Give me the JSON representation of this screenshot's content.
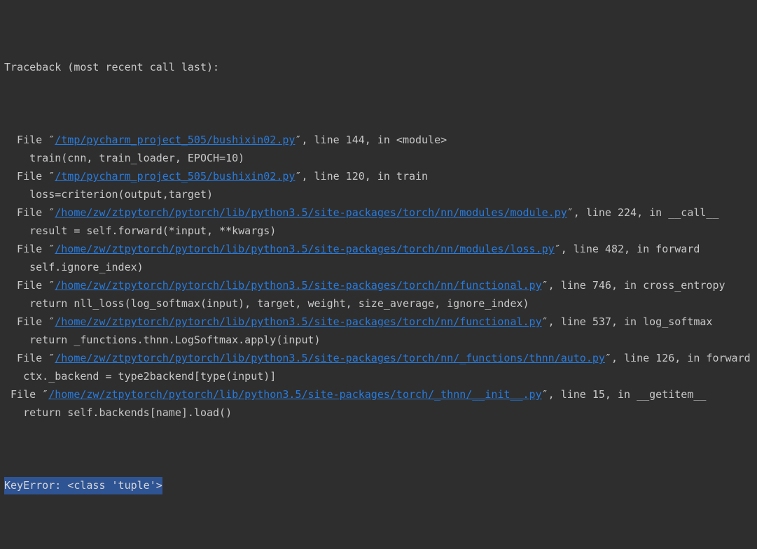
{
  "console": {
    "background_color": "#2e2e2e",
    "text_color": "#c8c8c8",
    "link_color": "#287bde",
    "selection_color": "#2f5494",
    "header": "Traceback (most recent call last):",
    "lines": [
      {
        "kind": "frame",
        "indent": "  ",
        "prefix": "File ″",
        "path": "/tmp/pycharm_project_505/bushixin02.py",
        "suffix": "″, line 144, in <module>"
      },
      {
        "kind": "code",
        "indent": "    ",
        "text": "train(cnn, train_loader, EPOCH=10)"
      },
      {
        "kind": "frame",
        "indent": "  ",
        "prefix": "File ″",
        "path": "/tmp/pycharm_project_505/bushixin02.py",
        "suffix": "″, line 120, in train"
      },
      {
        "kind": "code",
        "indent": "    ",
        "text": "loss=criterion(output,target)"
      },
      {
        "kind": "frame",
        "indent": "  ",
        "prefix": "File ″",
        "path": "/home/zw/ztpytorch/pytorch/lib/python3.5/site-packages/torch/nn/modules/module.py",
        "suffix": "″, line 224, in __call__"
      },
      {
        "kind": "code",
        "indent": "    ",
        "text": "result = self.forward(*input, **kwargs)"
      },
      {
        "kind": "frame",
        "indent": "  ",
        "prefix": "File ″",
        "path": "/home/zw/ztpytorch/pytorch/lib/python3.5/site-packages/torch/nn/modules/loss.py",
        "suffix": "″, line 482, in forward"
      },
      {
        "kind": "code",
        "indent": "    ",
        "text": "self.ignore_index)"
      },
      {
        "kind": "frame",
        "indent": "  ",
        "prefix": "File ″",
        "path": "/home/zw/ztpytorch/pytorch/lib/python3.5/site-packages/torch/nn/functional.py",
        "suffix": "″, line 746, in cross_entropy"
      },
      {
        "kind": "code",
        "indent": "    ",
        "text": "return nll_loss(log_softmax(input), target, weight, size_average, ignore_index)"
      },
      {
        "kind": "frame",
        "indent": "  ",
        "prefix": "File ″",
        "path": "/home/zw/ztpytorch/pytorch/lib/python3.5/site-packages/torch/nn/functional.py",
        "suffix": "″, line 537, in log_softmax"
      },
      {
        "kind": "code",
        "indent": "    ",
        "text": "return _functions.thnn.LogSoftmax.apply(input)"
      },
      {
        "kind": "frame",
        "indent": "  ",
        "prefix": "File ″",
        "path": "/home/zw/ztpytorch/pytorch/lib/python3.5/site-packages/torch/nn/_functions/thnn/auto.py",
        "suffix": "″, line 126, in forward"
      },
      {
        "kind": "code",
        "indent": "   ",
        "text": "ctx._backend = type2backend[type(input)]"
      },
      {
        "kind": "frame",
        "indent": " ",
        "prefix": "File ″",
        "path": "/home/zw/ztpytorch/pytorch/lib/python3.5/site-packages/torch/_thnn/__init__.py",
        "suffix": "″, line 15, in __getitem__"
      },
      {
        "kind": "code",
        "indent": "   ",
        "text": "return self.backends[name].load()"
      }
    ],
    "error_line": "KeyError: <class 'tuple'>"
  }
}
